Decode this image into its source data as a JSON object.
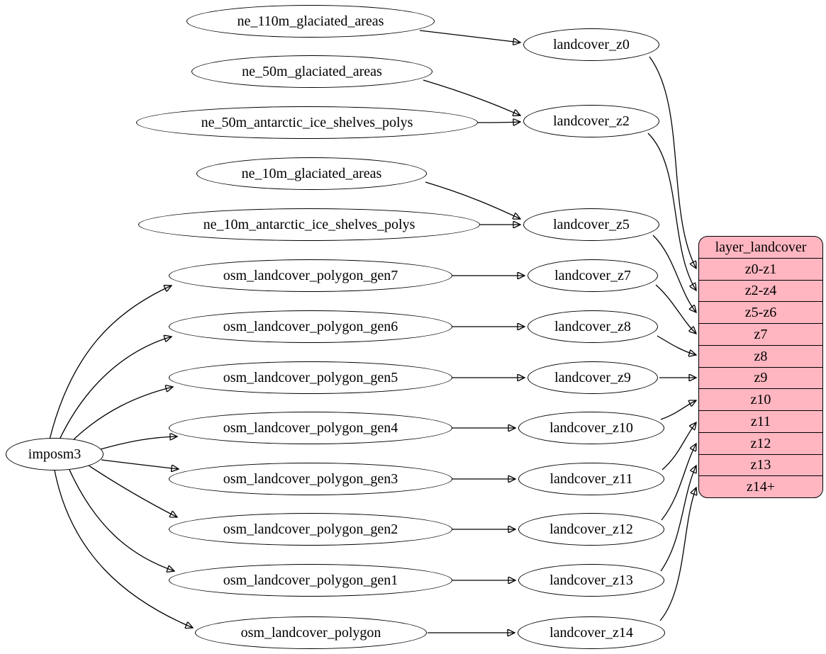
{
  "colors": {
    "table_fill": "#ffb6c1",
    "node_fill": "#ffffff",
    "stroke": "#000000"
  },
  "nodes": {
    "imposm3": "imposm3",
    "ne_110m_glaciated_areas": "ne_110m_glaciated_areas",
    "ne_50m_glaciated_areas": "ne_50m_glaciated_areas",
    "ne_50m_antarctic_ice_shelves_polys": "ne_50m_antarctic_ice_shelves_polys",
    "ne_10m_glaciated_areas": "ne_10m_glaciated_areas",
    "ne_10m_antarctic_ice_shelves_polys": "ne_10m_antarctic_ice_shelves_polys",
    "osm_landcover_polygon_gen7": "osm_landcover_polygon_gen7",
    "osm_landcover_polygon_gen6": "osm_landcover_polygon_gen6",
    "osm_landcover_polygon_gen5": "osm_landcover_polygon_gen5",
    "osm_landcover_polygon_gen4": "osm_landcover_polygon_gen4",
    "osm_landcover_polygon_gen3": "osm_landcover_polygon_gen3",
    "osm_landcover_polygon_gen2": "osm_landcover_polygon_gen2",
    "osm_landcover_polygon_gen1": "osm_landcover_polygon_gen1",
    "osm_landcover_polygon": "osm_landcover_polygon",
    "landcover_z0": "landcover_z0",
    "landcover_z2": "landcover_z2",
    "landcover_z5": "landcover_z5",
    "landcover_z7": "landcover_z7",
    "landcover_z8": "landcover_z8",
    "landcover_z9": "landcover_z9",
    "landcover_z10": "landcover_z10",
    "landcover_z11": "landcover_z11",
    "landcover_z12": "landcover_z12",
    "landcover_z13": "landcover_z13",
    "landcover_z14": "landcover_z14"
  },
  "table": {
    "title": "layer_landcover",
    "rows": [
      "z0-z1",
      "z2-z4",
      "z5-z6",
      "z7",
      "z8",
      "z9",
      "z10",
      "z11",
      "z12",
      "z13",
      "z14+"
    ]
  },
  "edges": [
    {
      "from": "imposm3",
      "to": "osm_landcover_polygon_gen7"
    },
    {
      "from": "imposm3",
      "to": "osm_landcover_polygon_gen6"
    },
    {
      "from": "imposm3",
      "to": "osm_landcover_polygon_gen5"
    },
    {
      "from": "imposm3",
      "to": "osm_landcover_polygon_gen4"
    },
    {
      "from": "imposm3",
      "to": "osm_landcover_polygon_gen3"
    },
    {
      "from": "imposm3",
      "to": "osm_landcover_polygon_gen2"
    },
    {
      "from": "imposm3",
      "to": "osm_landcover_polygon_gen1"
    },
    {
      "from": "imposm3",
      "to": "osm_landcover_polygon"
    },
    {
      "from": "ne_110m_glaciated_areas",
      "to": "landcover_z0"
    },
    {
      "from": "ne_50m_glaciated_areas",
      "to": "landcover_z2"
    },
    {
      "from": "ne_50m_antarctic_ice_shelves_polys",
      "to": "landcover_z2"
    },
    {
      "from": "ne_10m_glaciated_areas",
      "to": "landcover_z5"
    },
    {
      "from": "ne_10m_antarctic_ice_shelves_polys",
      "to": "landcover_z5"
    },
    {
      "from": "osm_landcover_polygon_gen7",
      "to": "landcover_z7"
    },
    {
      "from": "osm_landcover_polygon_gen6",
      "to": "landcover_z8"
    },
    {
      "from": "osm_landcover_polygon_gen5",
      "to": "landcover_z9"
    },
    {
      "from": "osm_landcover_polygon_gen4",
      "to": "landcover_z10"
    },
    {
      "from": "osm_landcover_polygon_gen3",
      "to": "landcover_z11"
    },
    {
      "from": "osm_landcover_polygon_gen2",
      "to": "landcover_z12"
    },
    {
      "from": "osm_landcover_polygon_gen1",
      "to": "landcover_z13"
    },
    {
      "from": "osm_landcover_polygon",
      "to": "landcover_z14"
    },
    {
      "from": "landcover_z0",
      "to": "layer_landcover.z0-z1"
    },
    {
      "from": "landcover_z2",
      "to": "layer_landcover.z2-z4"
    },
    {
      "from": "landcover_z5",
      "to": "layer_landcover.z5-z6"
    },
    {
      "from": "landcover_z7",
      "to": "layer_landcover.z7"
    },
    {
      "from": "landcover_z8",
      "to": "layer_landcover.z8"
    },
    {
      "from": "landcover_z9",
      "to": "layer_landcover.z9"
    },
    {
      "from": "landcover_z10",
      "to": "layer_landcover.z10"
    },
    {
      "from": "landcover_z11",
      "to": "layer_landcover.z11"
    },
    {
      "from": "landcover_z12",
      "to": "layer_landcover.z12"
    },
    {
      "from": "landcover_z13",
      "to": "layer_landcover.z13"
    },
    {
      "from": "landcover_z14",
      "to": "layer_landcover.z14+"
    }
  ]
}
